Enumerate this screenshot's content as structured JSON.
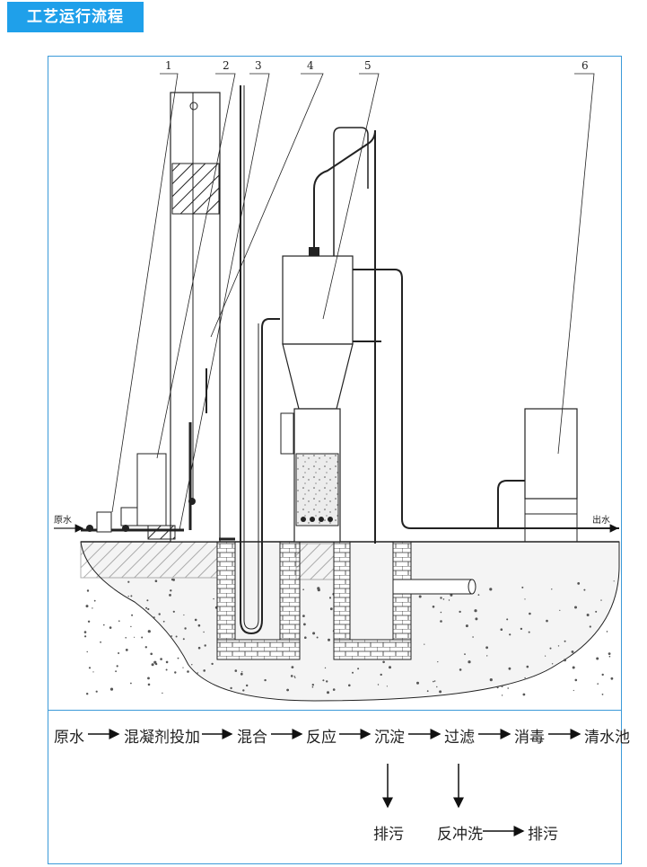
{
  "header": {
    "title": "工艺运行流程"
  },
  "callouts": [
    "1",
    "2",
    "3",
    "4",
    "5",
    "6"
  ],
  "pipe_labels": {
    "inlet": "原水",
    "outlet": "出水"
  },
  "flow": {
    "main": [
      "原水",
      "混凝剂投加",
      "混合",
      "反应",
      "沉淀",
      "过滤",
      "消毒",
      "清水池"
    ],
    "branch_settle": "排污",
    "branch_filter": [
      "反冲洗",
      "排污"
    ]
  }
}
